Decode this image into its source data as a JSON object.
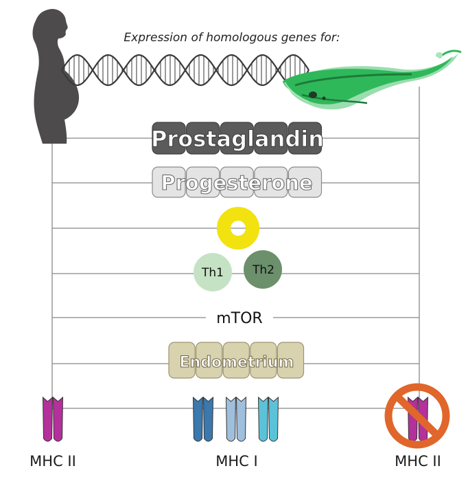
{
  "caption": "Expression of homologous genes for:",
  "rows": {
    "prostaglandin": "Prostaglandin",
    "progesterone": "Progesterone",
    "th1": "Th1",
    "th2": "Th2",
    "mtor": "mTOR",
    "endometrium": "Endometrium"
  },
  "mhc": {
    "left": "MHC II",
    "middle": "MHC I",
    "right": "MHC II"
  },
  "icons": {
    "woman": "pregnant-woman-silhouette-icon",
    "dna": "dna-double-helix-icon",
    "parasite": "trypanosome-parasite-icon",
    "ring": "yellow-ring-icon",
    "prohibited": "prohibited-sign-icon"
  },
  "colors": {
    "prostaglandin_fill": "#5b5b5b",
    "progesterone_fill": "#e4e4e4",
    "endometrium_fill": "#d9d2ae",
    "ring": "#f2e20f",
    "th1": "#c5e3c4",
    "th2": "#6c8f6c",
    "mhc2": "#b4309a",
    "mhc1_a": "#3a78ad",
    "mhc1_b": "#9fbfdc",
    "mhc1_c": "#5cc2d8",
    "prohibited": "#e0662b",
    "parasite": "#2fb85a"
  }
}
